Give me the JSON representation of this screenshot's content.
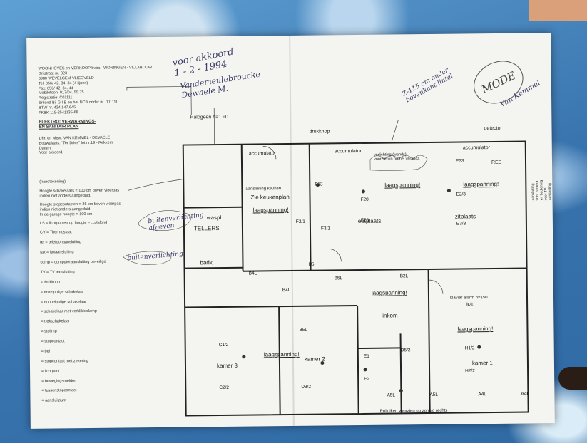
{
  "corner_tag": "",
  "company": {
    "lines": [
      "WOONHOVES en VERKOOP bvba - WONINGEN - VILLABOUW",
      "Drilstraat nr. 323",
      "8980 WEVELGEM-VLIEGVELD",
      "Tel. 056/ 42. 34. 34 (4 lijnen)",
      "Fax: 056/ 42. 34. 44",
      "Mobilofoon: 017/04. 55.75",
      "Registratie: C01111",
      "Erkend Bij G.I.B en het NCB onder nr. 001111",
      "BTW nr. 424.147.645",
      "FKBK 115-2541135-68"
    ]
  },
  "plan_title": "ELEKTRO: VERWARMINGS-\nEN SANITAIR PLAN",
  "client": [
    "Dhr. en Mevr. VAN KEMMEL - DEVAELE",
    "Bouwplaats: \"Ter Dries\" lot nr.19 - Rekkem",
    "",
    "Datum:",
    "",
    "Voor akkoord."
  ],
  "legend": {
    "title": "(handtekening)",
    "notes": [
      "Hoogte schakelaars = 100 cm boven vloerpas",
      "indien niet anders aangeduid.",
      "Hoogte stopcontacten = 25 cm boven vloerpas",
      "indien niet anders aangeduid.",
      "In de garage hoogte = 100 cm",
      "LS = lichtpunten op hoogte = ...plafond"
    ],
    "items": [
      "CV = Thermostaat",
      "tel = telefoonaansluiting",
      "fax = faxaansluiting",
      "comp = computeraansluiting beveiligd",
      "TV = TV aansluiting",
      "= drukknop",
      "= enkelpolige schakelaar",
      "= dubbelpolige schakelaar",
      "= schakelaar met verklikkerlamp",
      "= trekschakelaar",
      "= stolimp",
      "= stopcontact",
      "= bel",
      "= stopcontact met zekering",
      "= lichtpunt",
      "= bewegingsmelder",
      "= tussenstopcontact",
      "= aansluitpunt"
    ]
  },
  "handwriting": {
    "top": "voor akkoord\n1 - 2 - 1994",
    "top_sig": "Vandemeulebroucke\nDewaele M.",
    "approve": "Z-115 cm onder\nbovenkant lintel",
    "stamp": "MODE",
    "sig_right": "Van Kemmel",
    "left1": "buitenverlichting\nafgeven",
    "left2": "buitenverlichting"
  },
  "plan": {
    "labels": {
      "halogeen": "Halogeen h=1.90",
      "drukknop": "drukknop",
      "accumulator1": "accumulator",
      "accumulator2": "accumulator",
      "accumulator3": "accumulator",
      "detector": "detector",
      "verlichting": "verlichting (wands)\nvoorzien in profiel veranda",
      "zie_keukenplan": "Zie keukenplan",
      "aansluiting_keuken": "aansluiting keuken",
      "laagspanning1": "laagspanning!",
      "laagspanning2": "laagspanning!",
      "laagspanning3": "laagspanning!",
      "laagspanning4": "laagspanning!",
      "laagspanning5": "laagspanning!",
      "laagspanning6": "laagspanning!",
      "eetplaats": "eetplaats",
      "zitplaats": "zitplaats",
      "tellers": "TELLERS",
      "waspl": "waspl.",
      "badk": "badk.",
      "inkom": "inkom",
      "kamer1": "kamer 1",
      "kamer2": "kamer 2",
      "kamer3": "kamer 3",
      "klavier": "klavier alarm h=150",
      "bottom_note": "Rolluiken voorzien op zonnig rechts",
      "res": "RES",
      "side_note": "aansluiting voor camera en bediening\nvoor TV- aansluiting"
    },
    "lamps": [
      "F13",
      "F20",
      "F20",
      "E33",
      "E2/3",
      "E3/3",
      "B4L",
      "B5L",
      "B2L",
      "B3L",
      "B4L",
      "B5L",
      "D3/2",
      "C1/2",
      "C2/2",
      "H1/2",
      "H2/2",
      "D5/2",
      "E1",
      "E2",
      "A5L",
      "A5L",
      "A4L",
      "A4L",
      "F2/1",
      "F3/1",
      "LS"
    ]
  }
}
